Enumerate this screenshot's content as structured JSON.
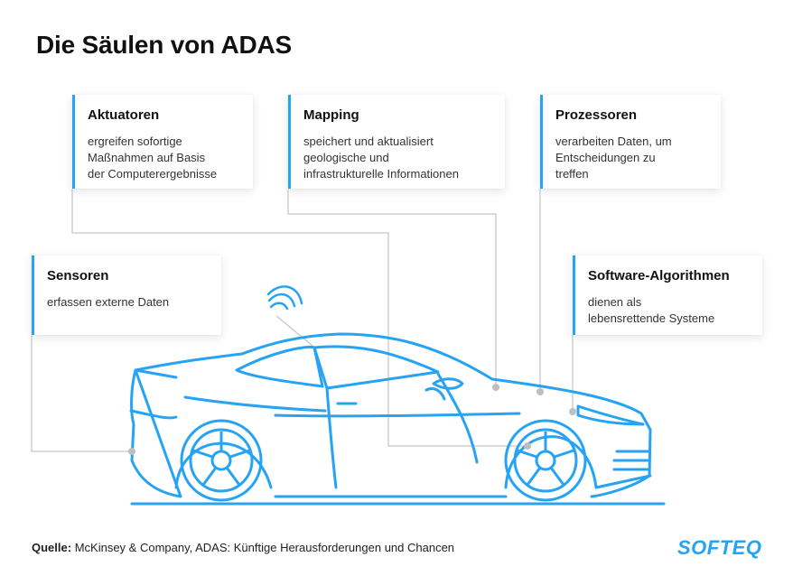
{
  "title": "Die Säulen von ADAS",
  "colors": {
    "accent": "#27a3f4",
    "connector": "#c8c8c8",
    "dot": "#bfbfbf"
  },
  "pillars": [
    {
      "heading": "Aktuatoren",
      "text": [
        "ergreifen sofortige",
        "Maßnahmen auf Basis",
        "der Computerergebnisse"
      ]
    },
    {
      "heading": "Mapping",
      "text": [
        "speichert und aktualisiert",
        "geologische und",
        "infrastrukturelle Informationen"
      ]
    },
    {
      "heading": "Prozessoren",
      "text": [
        "verarbeiten Daten, um",
        "Entscheidungen zu",
        "treffen"
      ]
    },
    {
      "heading": "Sensoren",
      "text": [
        "erfassen externe Daten"
      ]
    },
    {
      "heading": "Software-Algorithmen",
      "text": [
        "dienen als",
        "lebensrettende Systeme"
      ]
    }
  ],
  "source": {
    "label": "Quelle:",
    "text": "McKinsey & Company, ADAS: Künftige Herausforderungen und Chancen"
  },
  "logo": "SOFTEQ",
  "icons": {
    "car": "car-outline-icon",
    "signal": "wireless-signal-icon"
  }
}
